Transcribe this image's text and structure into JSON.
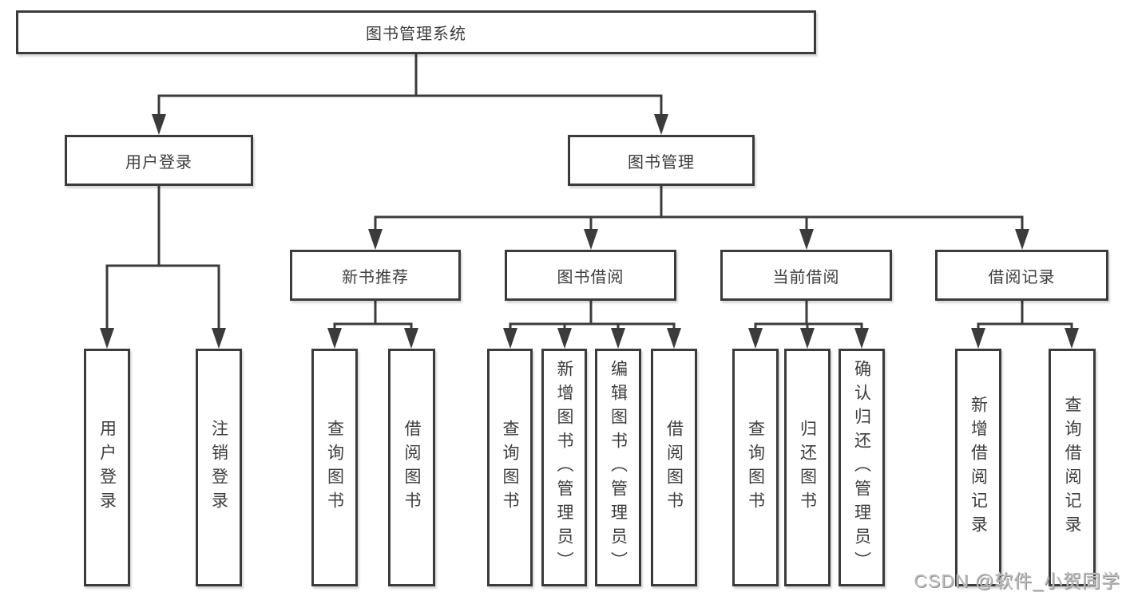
{
  "diagram": {
    "root": {
      "label": "图书管理系统"
    },
    "level2": [
      {
        "label": "用户登录"
      },
      {
        "label": "图书管理"
      }
    ],
    "level3": [
      {
        "label": "新书推荐"
      },
      {
        "label": "图书借阅"
      },
      {
        "label": "当前借阅"
      },
      {
        "label": "借阅记录"
      }
    ],
    "leaves": {
      "user_login": [
        {
          "label": "用户登录"
        },
        {
          "label": "注销登录"
        }
      ],
      "new_book": [
        {
          "label": "查询图书"
        },
        {
          "label": "借阅图书"
        }
      ],
      "book_borrow": [
        {
          "label": "查询图书"
        },
        {
          "label": "新增图书（管理员）"
        },
        {
          "label": "编辑图书（管理员）"
        },
        {
          "label": "借阅图书"
        }
      ],
      "current_borrow": [
        {
          "label": "查询图书"
        },
        {
          "label": "归还图书"
        },
        {
          "label": "确认归还（管理员）"
        }
      ],
      "borrow_record": [
        {
          "label": "新增借阅记录"
        },
        {
          "label": "查询借阅记录"
        }
      ]
    }
  },
  "watermark": {
    "text": "CSDN @软件_小贺同学"
  },
  "colors": {
    "line": "#3b3b3b",
    "text": "#3d3d3d",
    "background": "#ffffff",
    "watermark": "#bdbdbd"
  }
}
